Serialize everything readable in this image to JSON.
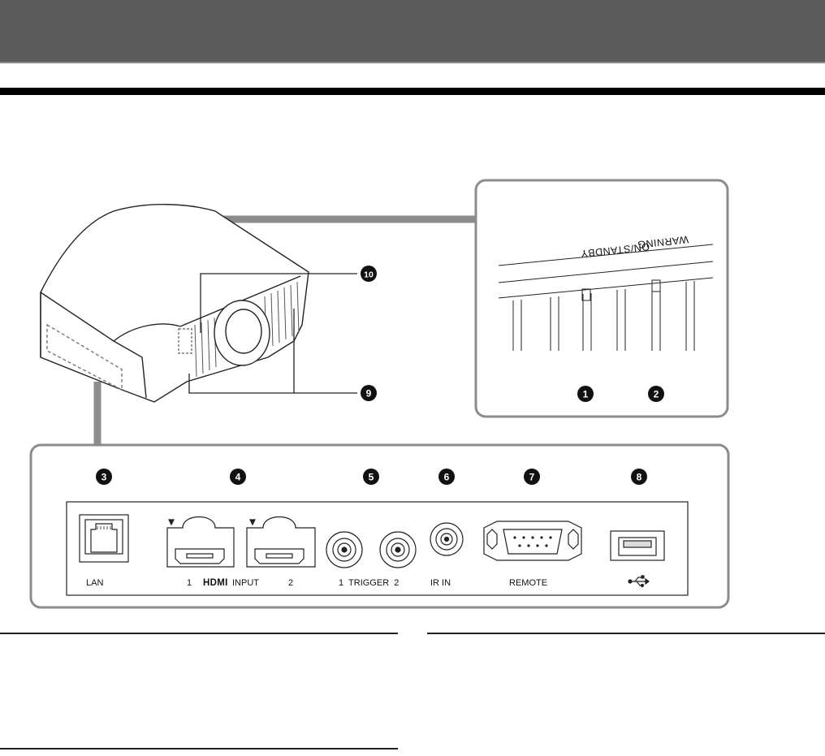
{
  "callouts": [
    "1",
    "2",
    "3",
    "4",
    "5",
    "6",
    "7",
    "8",
    "9",
    "10"
  ],
  "indicator_panel": {
    "on_standby_label": "ON/STANDBY",
    "warning_label": "WARNING"
  },
  "connector_panel": {
    "lan_label": "LAN",
    "hdmi_left_num": "1",
    "hdmi_logo": "HDMI",
    "hdmi_input_label": "INPUT",
    "hdmi_right_num": "2",
    "trigger_label": "1  TRIGGER  2",
    "ir_in_label": "IR IN",
    "remote_label": "REMOTE",
    "usb_symbol": "usb-icon"
  },
  "colors": {
    "header": "#5c5c5c",
    "callout_fill": "#111111",
    "panel_border": "#8c8c8c",
    "connector_bar": "#8c8c8c"
  }
}
